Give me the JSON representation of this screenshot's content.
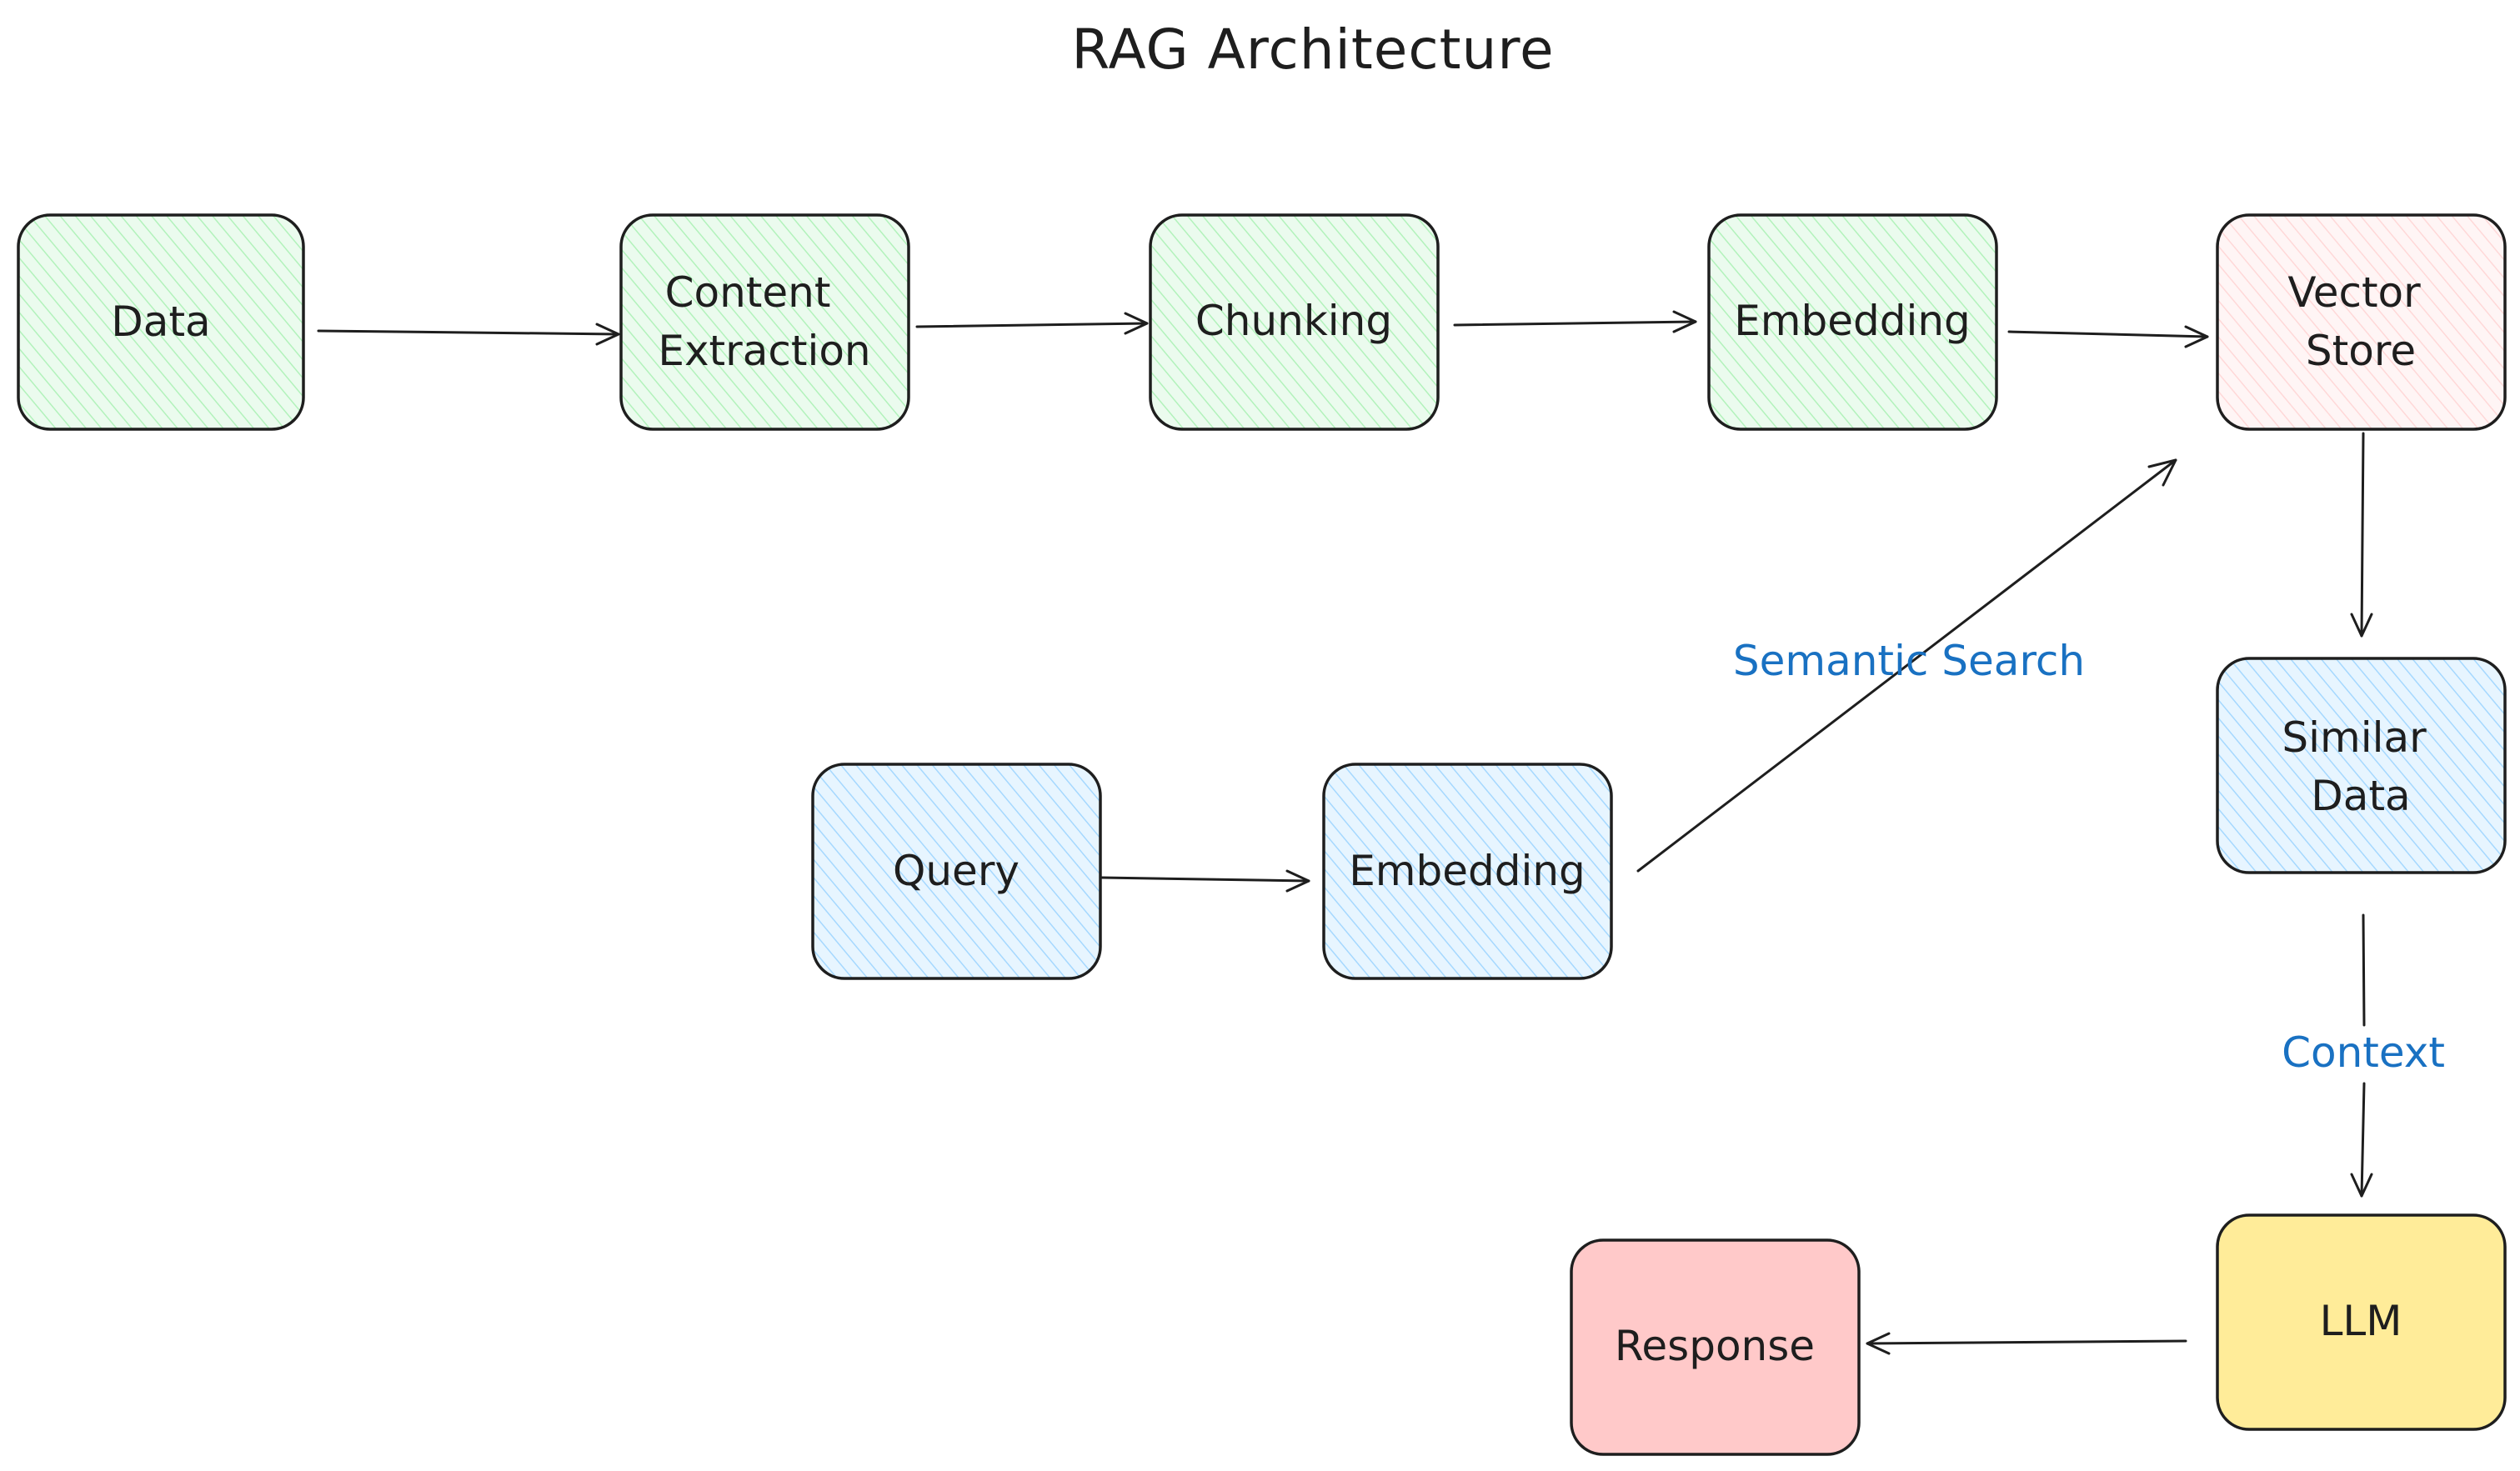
{
  "title": "RAG Architecture",
  "colors": {
    "green_fill": "#b2f2bb",
    "pink_fill": "#ffc9c9",
    "blue_fill": "#a5d8ff",
    "yellow_fill": "#ffec99",
    "red_fill": "#ffc9c9",
    "stroke": "#1e1e1e",
    "edge_label": "#1971c2"
  },
  "nodes": {
    "data": {
      "lines": [
        "Data"
      ]
    },
    "content_extraction": {
      "lines": [
        "Content",
        "Extraction"
      ]
    },
    "chunking": {
      "lines": [
        "Chunking"
      ]
    },
    "embedding_top": {
      "lines": [
        "Embedding"
      ]
    },
    "vector_store": {
      "lines": [
        "Vector",
        "Store"
      ]
    },
    "query": {
      "lines": [
        "Query"
      ]
    },
    "embedding_query": {
      "lines": [
        "Embedding"
      ]
    },
    "similar_data": {
      "lines": [
        "Similar",
        "Data"
      ]
    },
    "llm": {
      "lines": [
        "LLM"
      ]
    },
    "response": {
      "lines": [
        "Response"
      ]
    }
  },
  "edge_labels": {
    "semantic_search": "Semantic Search",
    "context": "Context"
  }
}
